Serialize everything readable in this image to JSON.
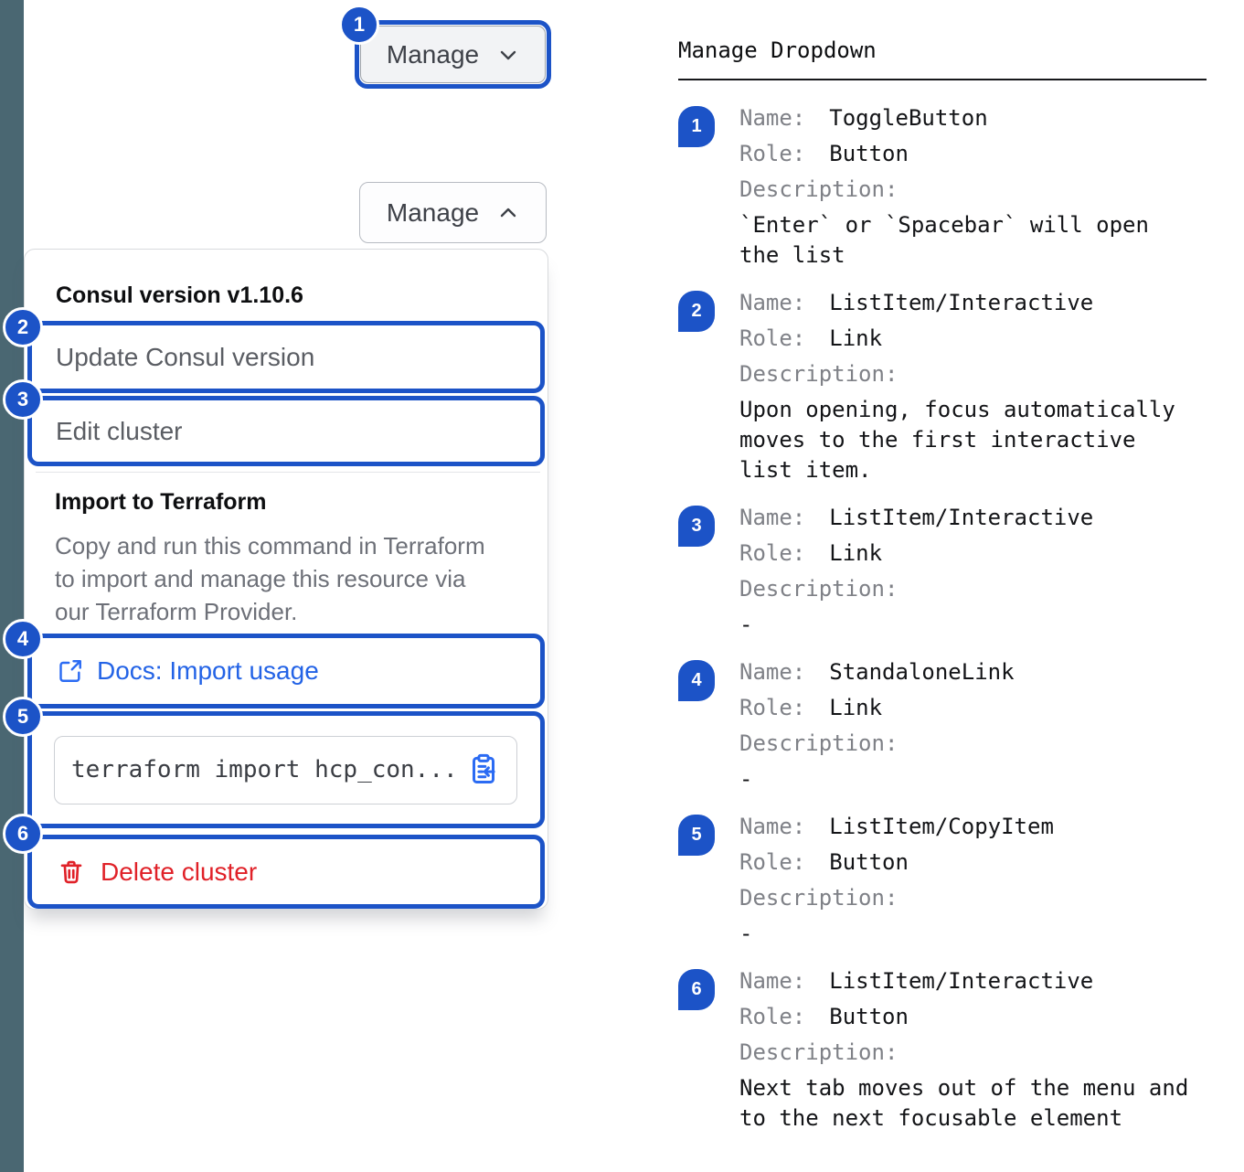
{
  "colors": {
    "focus_blue": "#1c53c7",
    "link_blue": "#2363e6",
    "icon_blue": "#2b6bf3",
    "danger_red": "#e02128",
    "side_strip": "#4a6772"
  },
  "left_panel": {
    "toggle_collapsed": {
      "badge": "1",
      "label": "Manage"
    },
    "toggle_expanded": {
      "label": "Manage"
    },
    "menu": {
      "version_text": "Consul version v1.10.6",
      "update_item": {
        "badge": "2",
        "label": "Update Consul version"
      },
      "edit_item": {
        "badge": "3",
        "label": "Edit cluster"
      },
      "import_title": "Import to Terraform",
      "import_description": "Copy and run this command in Terraform to import and manage this resource via our Terraform Provider.",
      "docs_link": {
        "badge": "4",
        "label": "Docs: Import usage"
      },
      "copy_field": {
        "badge": "5",
        "code": "terraform import hcp_con..."
      },
      "delete_item": {
        "badge": "6",
        "label": "Delete cluster"
      }
    }
  },
  "right_panel": {
    "title": "Manage Dropdown",
    "field_labels": {
      "name": "Name:",
      "role": "Role:",
      "description": "Description:"
    },
    "items": [
      {
        "badge": "1",
        "name": "ToggleButton",
        "role": "Button",
        "description": "`Enter` or `Spacebar` will open the list"
      },
      {
        "badge": "2",
        "name": "ListItem/Interactive",
        "role": "Link",
        "description": "Upon opening, focus automatically moves to the first interactive list item."
      },
      {
        "badge": "3",
        "name": "ListItem/Interactive",
        "role": "Link",
        "description": "-"
      },
      {
        "badge": "4",
        "name": "StandaloneLink",
        "role": "Link",
        "description": "-"
      },
      {
        "badge": "5",
        "name": "ListItem/CopyItem",
        "role": "Button",
        "description": "-"
      },
      {
        "badge": "6",
        "name": "ListItem/Interactive",
        "role": "Button",
        "description": "Next tab moves out of the menu and to the next focusable element"
      }
    ]
  }
}
